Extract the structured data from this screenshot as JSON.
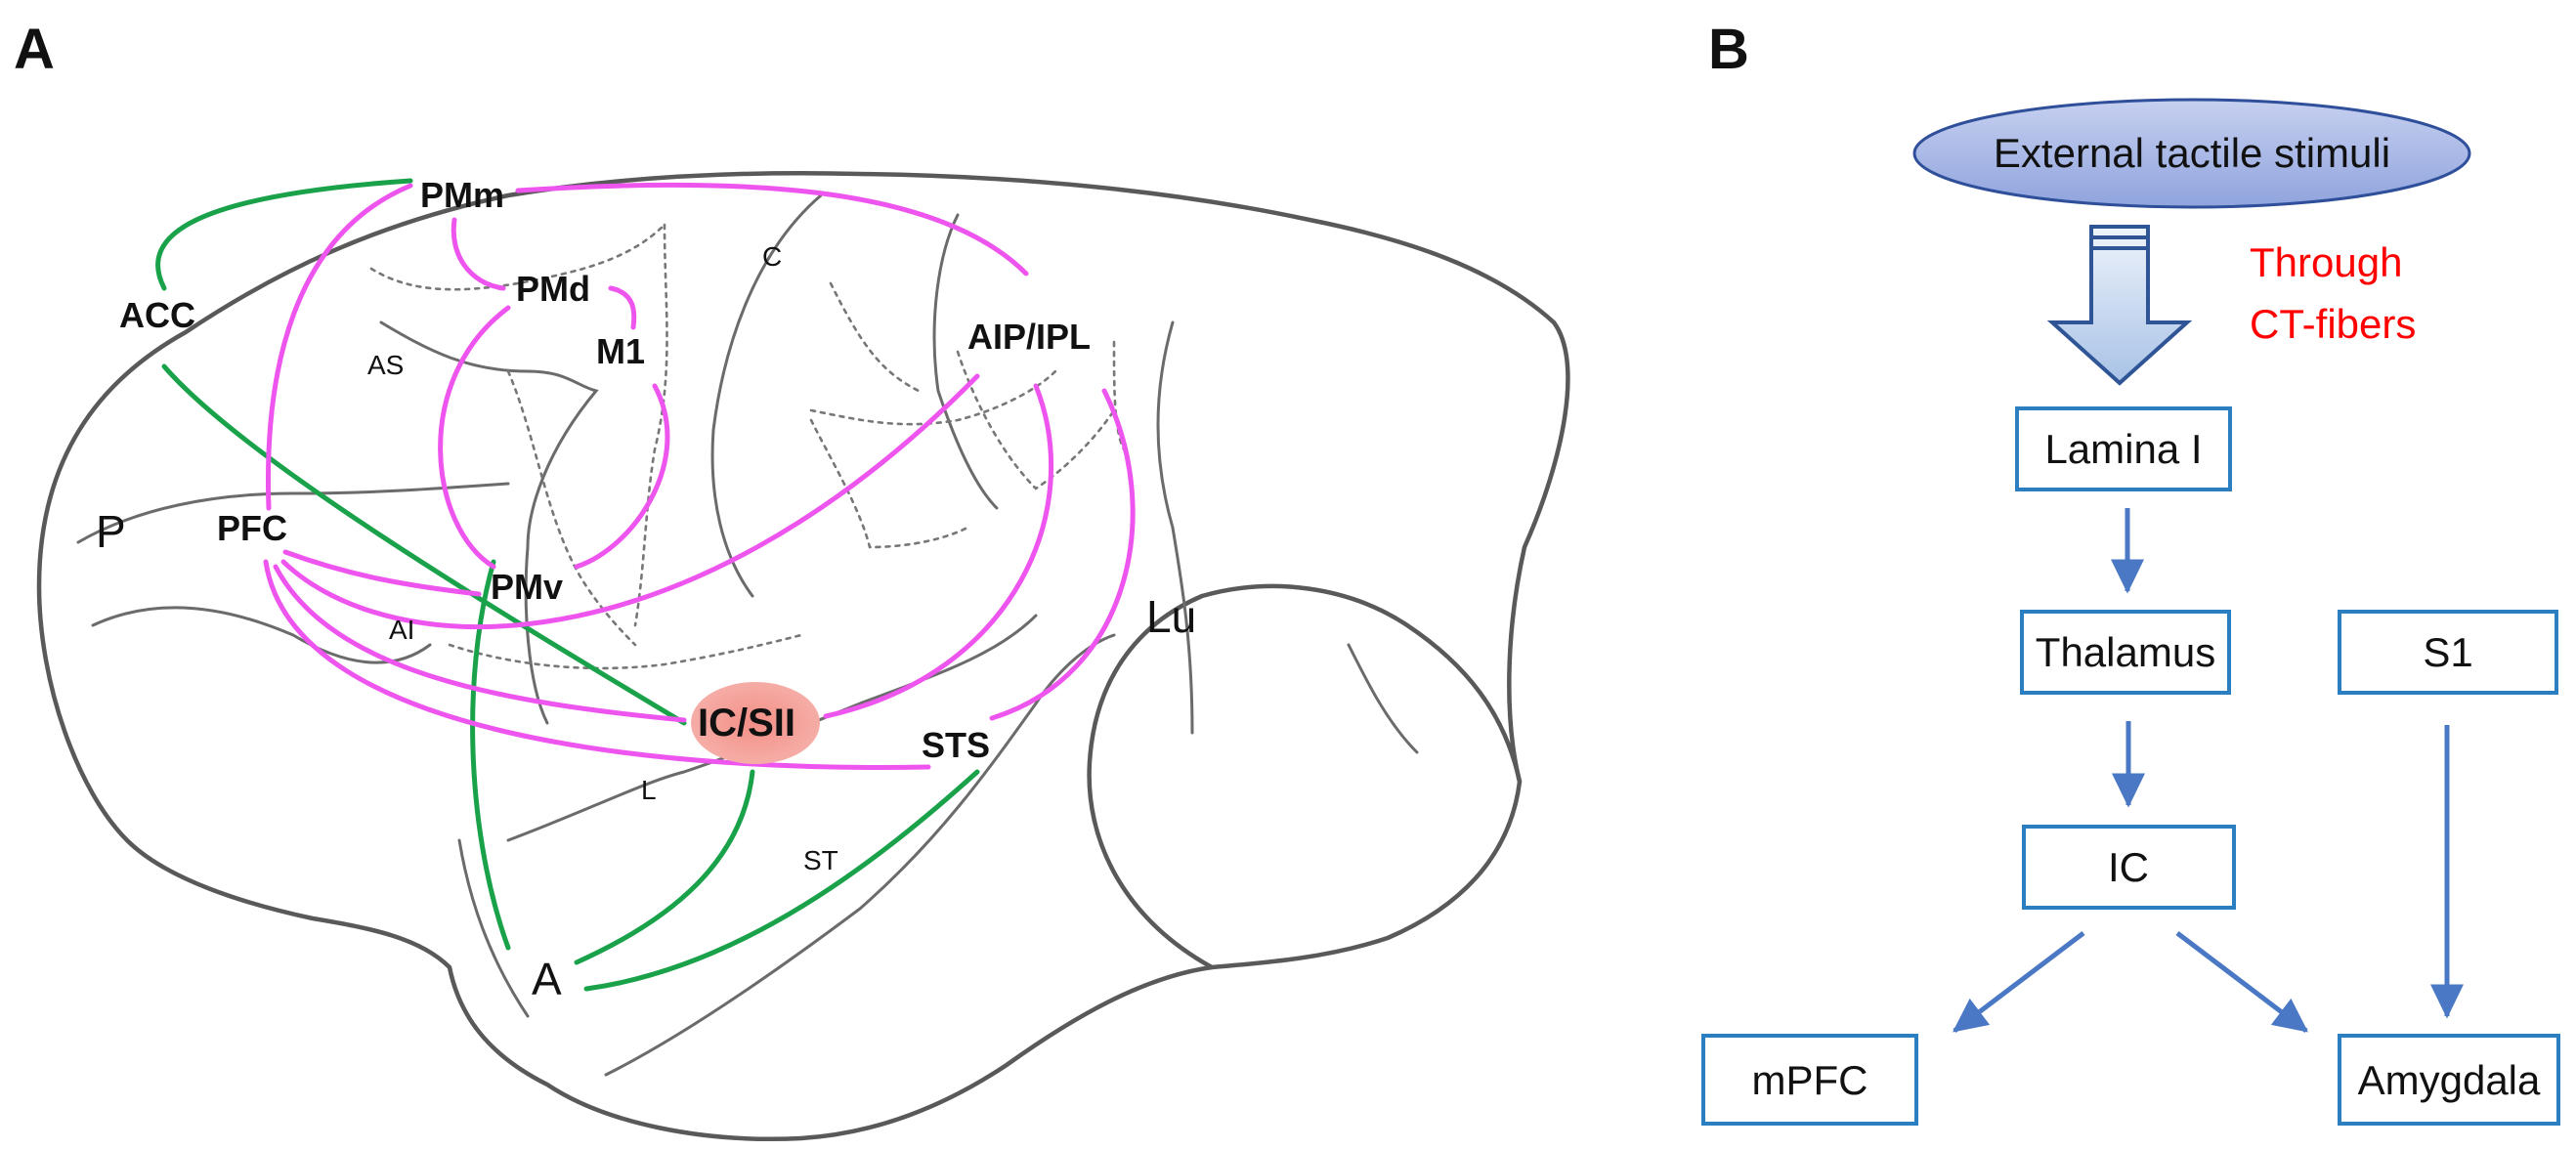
{
  "panel_a": {
    "label": "A",
    "regions": {
      "pmm": "PMm",
      "acc": "ACC",
      "pmd": "PMd",
      "m1": "M1",
      "aip_ipl": "AIP/IPL",
      "pfc": "PFC",
      "pmv": "PMv",
      "ic_sii": "IC/SII",
      "sts": "STS"
    },
    "sulci": {
      "c": "C",
      "as": "AS",
      "p": "P",
      "ai": "AI",
      "lu": "Lu",
      "l": "L",
      "st": "ST",
      "a": "A"
    },
    "colors": {
      "magenta_connection": "#ee55ee",
      "green_connection": "#1aa24a",
      "ic_sii_highlight": "#f08a80"
    }
  },
  "panel_b": {
    "label": "B",
    "stimulus": "External tactile stimuli",
    "through_line1": "Through",
    "through_line2": "CT-fibers",
    "boxes": {
      "lamina": "Lamina I",
      "thalamus": "Thalamus",
      "s1": "S1",
      "ic": "IC",
      "mpfc": "mPFC",
      "amygdala": "Amygdala"
    },
    "colors": {
      "box_border": "#2b7ec0",
      "arrow": "#4a78c4",
      "through_text": "#ff0000",
      "ellipse_fill": "#a8b8e8"
    }
  }
}
